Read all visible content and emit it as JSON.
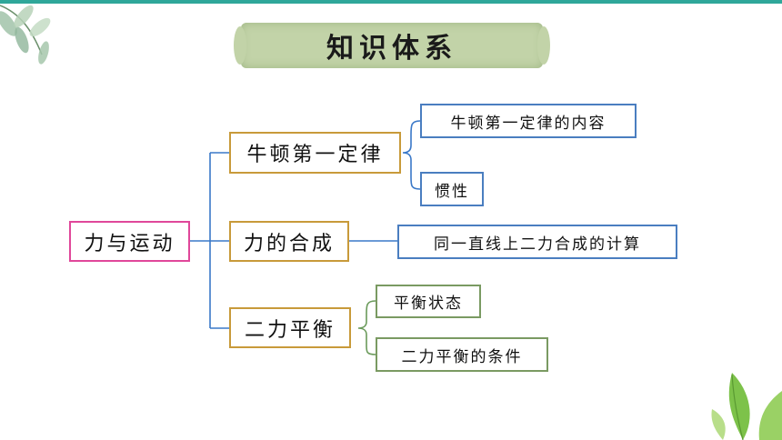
{
  "title": "知识体系",
  "root": "力与运动",
  "branches": [
    {
      "label": "牛顿第一定律",
      "children": [
        "牛顿第一定律的内容",
        "惯性"
      ]
    },
    {
      "label": "力的合成",
      "children": [
        "同一直线上二力合成的计算"
      ]
    },
    {
      "label": "二力平衡",
      "children": [
        "平衡状态",
        "二力平衡的条件"
      ]
    }
  ],
  "colors": {
    "accent_line": "#2fa79a",
    "title_banner": "#c2d3a8",
    "root_border": "#e0479a",
    "level1_border": "#c89a3a",
    "level2_border_blue": "#4a7ec0",
    "level2_border_green": "#7a9a62",
    "connector_blue": "#3a78c8",
    "connector_green": "#6a9a5a"
  },
  "decorations": [
    "leaf-branch-top-left",
    "leaf-bottom-right"
  ]
}
